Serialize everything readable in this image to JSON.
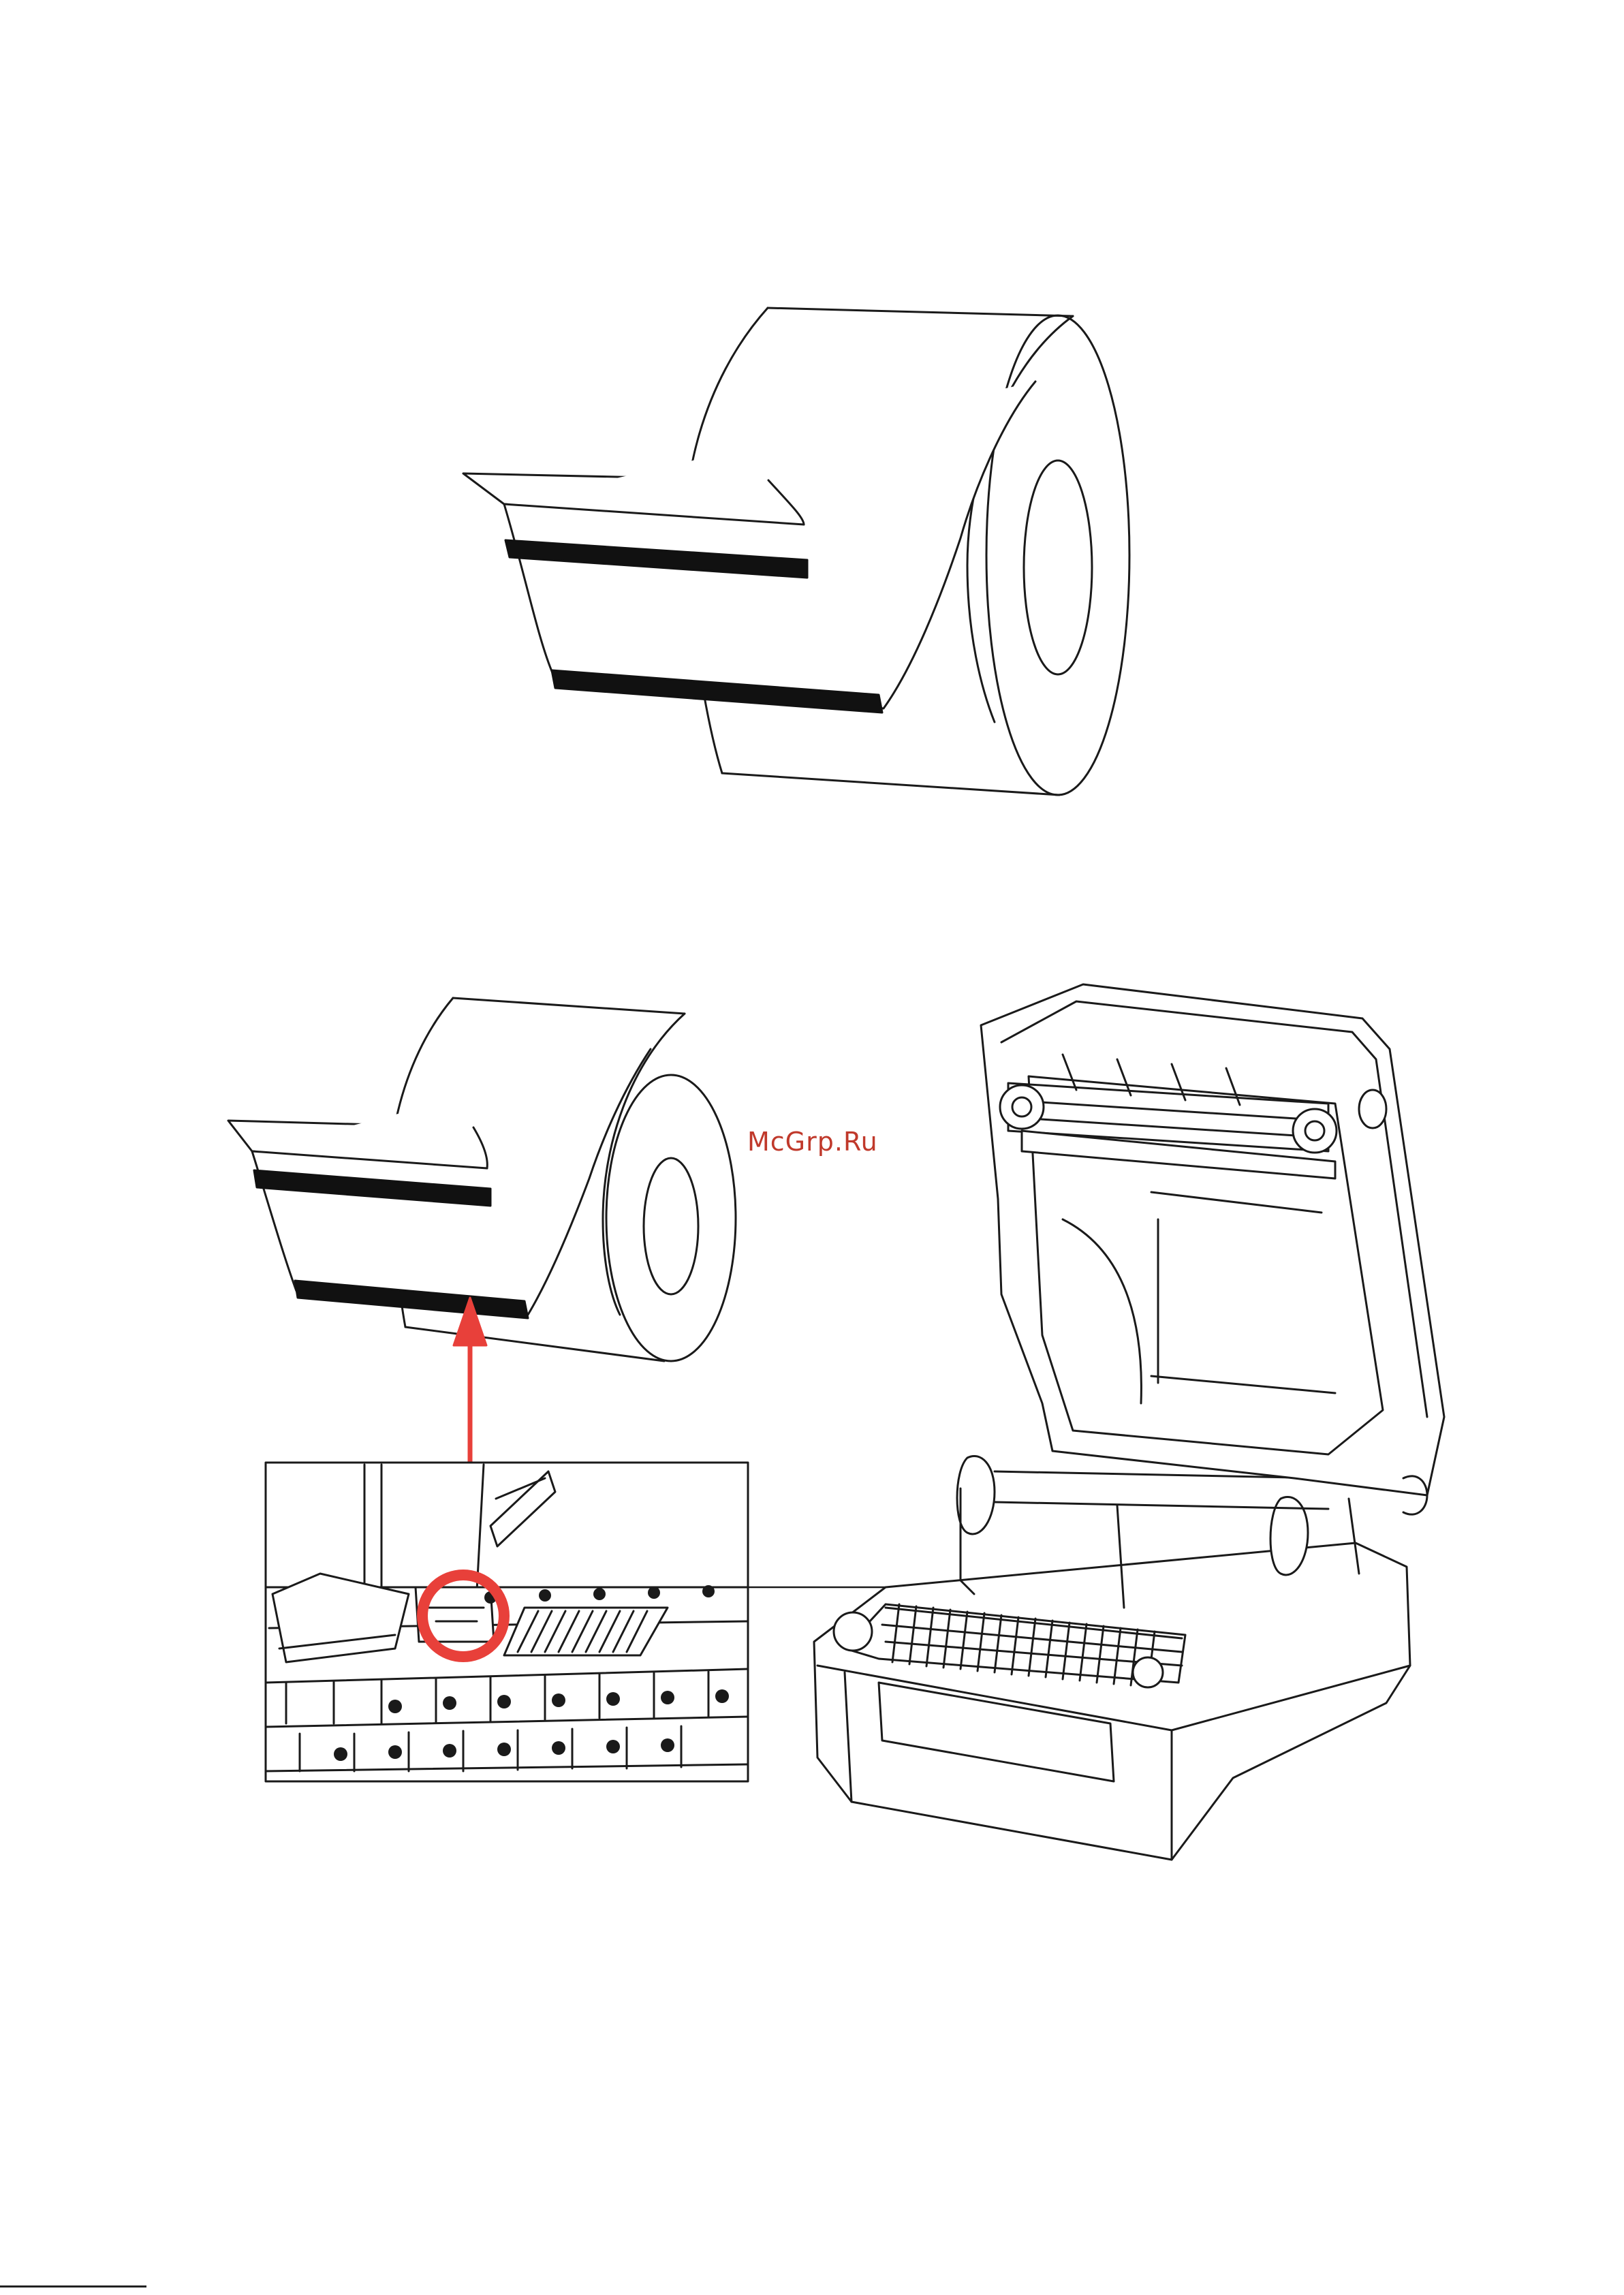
{
  "watermark": {
    "text": "McGrp.Ru"
  },
  "colors": {
    "line": "#1a1a1a",
    "mark": "#111111",
    "highlight": "#e8403a",
    "watermark": "#c0392b"
  },
  "figures": [
    {
      "id": "label-roll-top",
      "description_icon": "label-roll-with-black-marks-icon"
    },
    {
      "id": "label-roll-bottom",
      "description_icon": "label-roll-with-black-marks-icon"
    },
    {
      "id": "sensor-detail-callout",
      "description_icon": "black-mark-sensor-detail-icon"
    },
    {
      "id": "printer-open",
      "description_icon": "thermal-label-printer-open-icon"
    }
  ]
}
